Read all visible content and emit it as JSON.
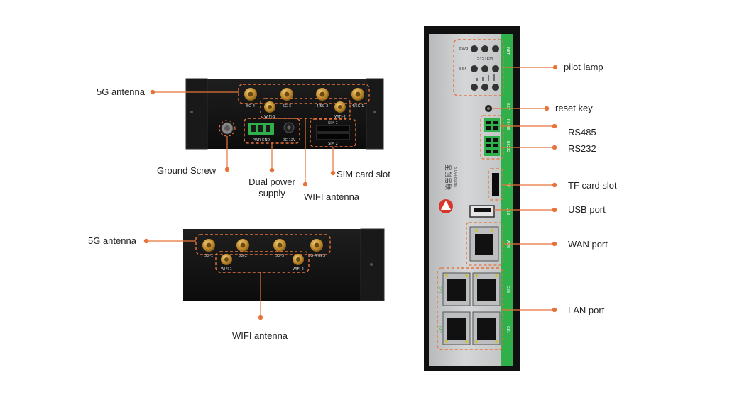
{
  "colors": {
    "accent": "#e8733a",
    "device_body": "#141414",
    "panel_green": "#2fb04a",
    "panel_gray": "#c9cbcc",
    "antenna_gold": "#c08a2c"
  },
  "labels": {
    "antenna_5g_top": "5G antenna",
    "ground_screw": "Ground Screw",
    "dual_power_line1": "Dual power",
    "dual_power_line2": "supply",
    "wifi_antenna_top": "WIFI antenna",
    "sim_card_slot": "SIM card slot",
    "antenna_5g_bottom": "5G antenna",
    "wifi_antenna_bottom": "WIFI antenna",
    "pilot_lamp": "pilot lamp",
    "reset_key": "reset key",
    "rs485": "RS485",
    "rs232": "RS232",
    "tf_card_slot": "TF card slot",
    "usb_port": "USB port",
    "wan_port": "WAN port",
    "lan_port": "LAN port"
  },
  "device_top": {
    "port_5g4": "5G-4",
    "port_5g3": "5G-3",
    "port_5g2": "4/5G-2",
    "port_5g1": "4/5G-1",
    "port_wifi1": "WIFI-1",
    "port_wifi2": "WIFI-2",
    "pwr_gnd": "PWR GND",
    "dc12v": "DC 12V",
    "sim1": "SIM 1",
    "sim2": "SIM 2"
  },
  "device_bottom": {
    "port_1": "5G-1",
    "port_2": "5G-2",
    "port_3": "5G-3",
    "port_4": "5G-4/GPS",
    "wifi1": "WIFI-1",
    "wifi2": "WIFI-2"
  },
  "front_panel": {
    "pwr": "PWR",
    "system": "SYSTEM",
    "sim": "SIM",
    "net": "NET",
    "rst": "RST",
    "rs485": "RS485",
    "rs232": "RS232",
    "tf": "TF",
    "usb": "USB",
    "wan": "WAN",
    "ge0": "GE0",
    "ge1": "GE1",
    "ge2": "GE2",
    "ge3": "GE3",
    "brand_cn": "星创易联",
    "brand_en": "STAR-ELINK"
  }
}
